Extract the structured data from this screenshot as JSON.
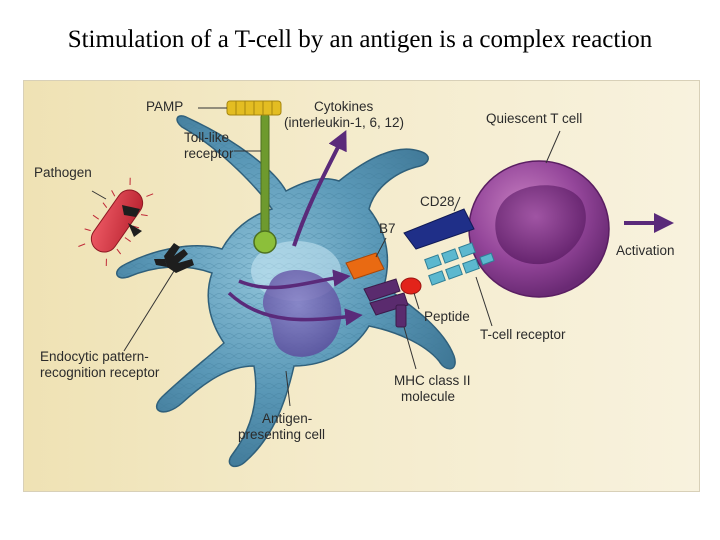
{
  "title": "Stimulation of a T-cell by an antigen is a complex reaction",
  "diagram": {
    "labels": {
      "pamp": "PAMP",
      "cytokines_1": "Cytokines",
      "cytokines_2": "(interleukin-1, 6, 12)",
      "toll_1": "Toll-like",
      "toll_2": "receptor",
      "pathogen": "Pathogen",
      "quiescent": "Quiescent T cell",
      "cd28": "CD28",
      "b7": "B7",
      "activation": "Activation",
      "peptide": "Peptide",
      "tcr": "T-cell receptor",
      "endocytic_1": "Endocytic pattern-",
      "endocytic_2": "recognition receptor",
      "mhc_1": "MHC class II",
      "mhc_2": "molecule",
      "apc_1": "Antigen-",
      "apc_2": "presenting cell"
    },
    "colors": {
      "background": "#f2e7c2",
      "apc_cell": "#4f8fae",
      "t_cell": "#8a3a86",
      "pathogen": "#d93a4a",
      "toll_receptor": "#6e9a2e",
      "pamp": "#d8b21a",
      "b7": "#e96a12",
      "cd28": "#1f2f88",
      "mhc": "#5a2b6e",
      "peptide": "#e2231a",
      "tcr": "#5cb8cf",
      "arrows": "#5a2a7a"
    }
  }
}
